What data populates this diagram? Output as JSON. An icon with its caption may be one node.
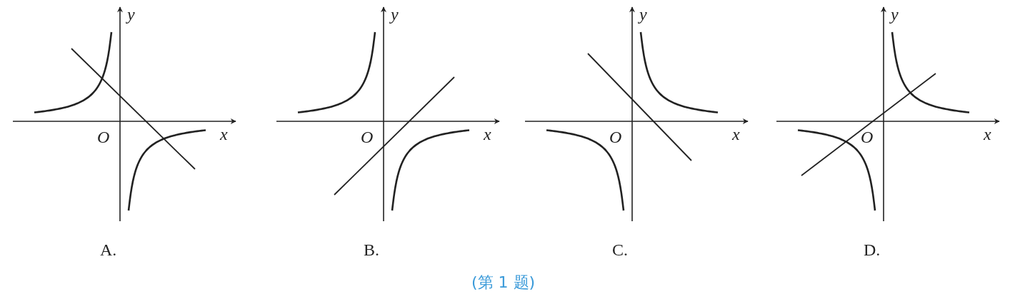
{
  "diagram": {
    "caption": "(第 1 题)",
    "labels": [
      "y",
      "O",
      "x",
      "A.",
      "y",
      "O",
      "x",
      "B.",
      "y",
      "O",
      "x",
      "C.",
      "y",
      "O",
      "x",
      "D."
    ]
  }
}
